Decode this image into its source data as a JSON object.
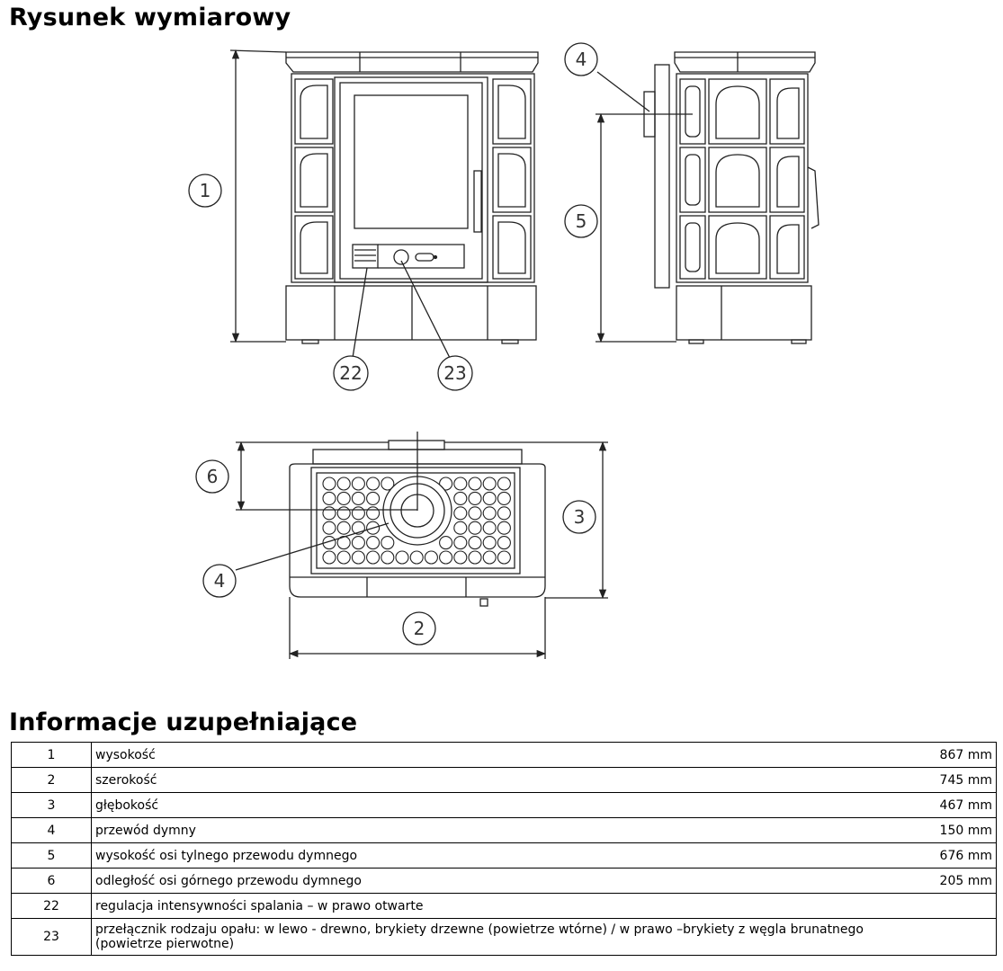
{
  "headings": {
    "drawing": "Rysunek wymiarowy",
    "info": "Informacje uzupełniające"
  },
  "callouts": {
    "c1": "1",
    "c2": "2",
    "c3": "3",
    "c4_top": "4",
    "c4_bottom": "4",
    "c5": "5",
    "c6": "6",
    "c22": "22",
    "c23": "23"
  },
  "table": {
    "rows": [
      {
        "num": "1",
        "desc": "wysokość",
        "value": "867 mm"
      },
      {
        "num": "2",
        "desc": "szerokość",
        "value": "745 mm"
      },
      {
        "num": "3",
        "desc": "głębokość",
        "value": "467 mm"
      },
      {
        "num": "4",
        "desc": "przewód dymny",
        "value": "150 mm"
      },
      {
        "num": "5",
        "desc": "wysokość osi tylnego przewodu dymnego",
        "value": "676 mm"
      },
      {
        "num": "6",
        "desc": "odległość osi górnego przewodu dymnego",
        "value": "205 mm"
      },
      {
        "num": "22",
        "desc": "regulacja intensywności spalania – w prawo otwarte",
        "value": ""
      },
      {
        "num": "23",
        "desc": "przełącznik rodzaju opału: w lewo - drewno, brykiety drzewne (powietrze wtórne) / w prawo –brykiety z węgla brunatnego",
        "desc2": "(powietrze pierwotne)",
        "value": ""
      }
    ]
  }
}
